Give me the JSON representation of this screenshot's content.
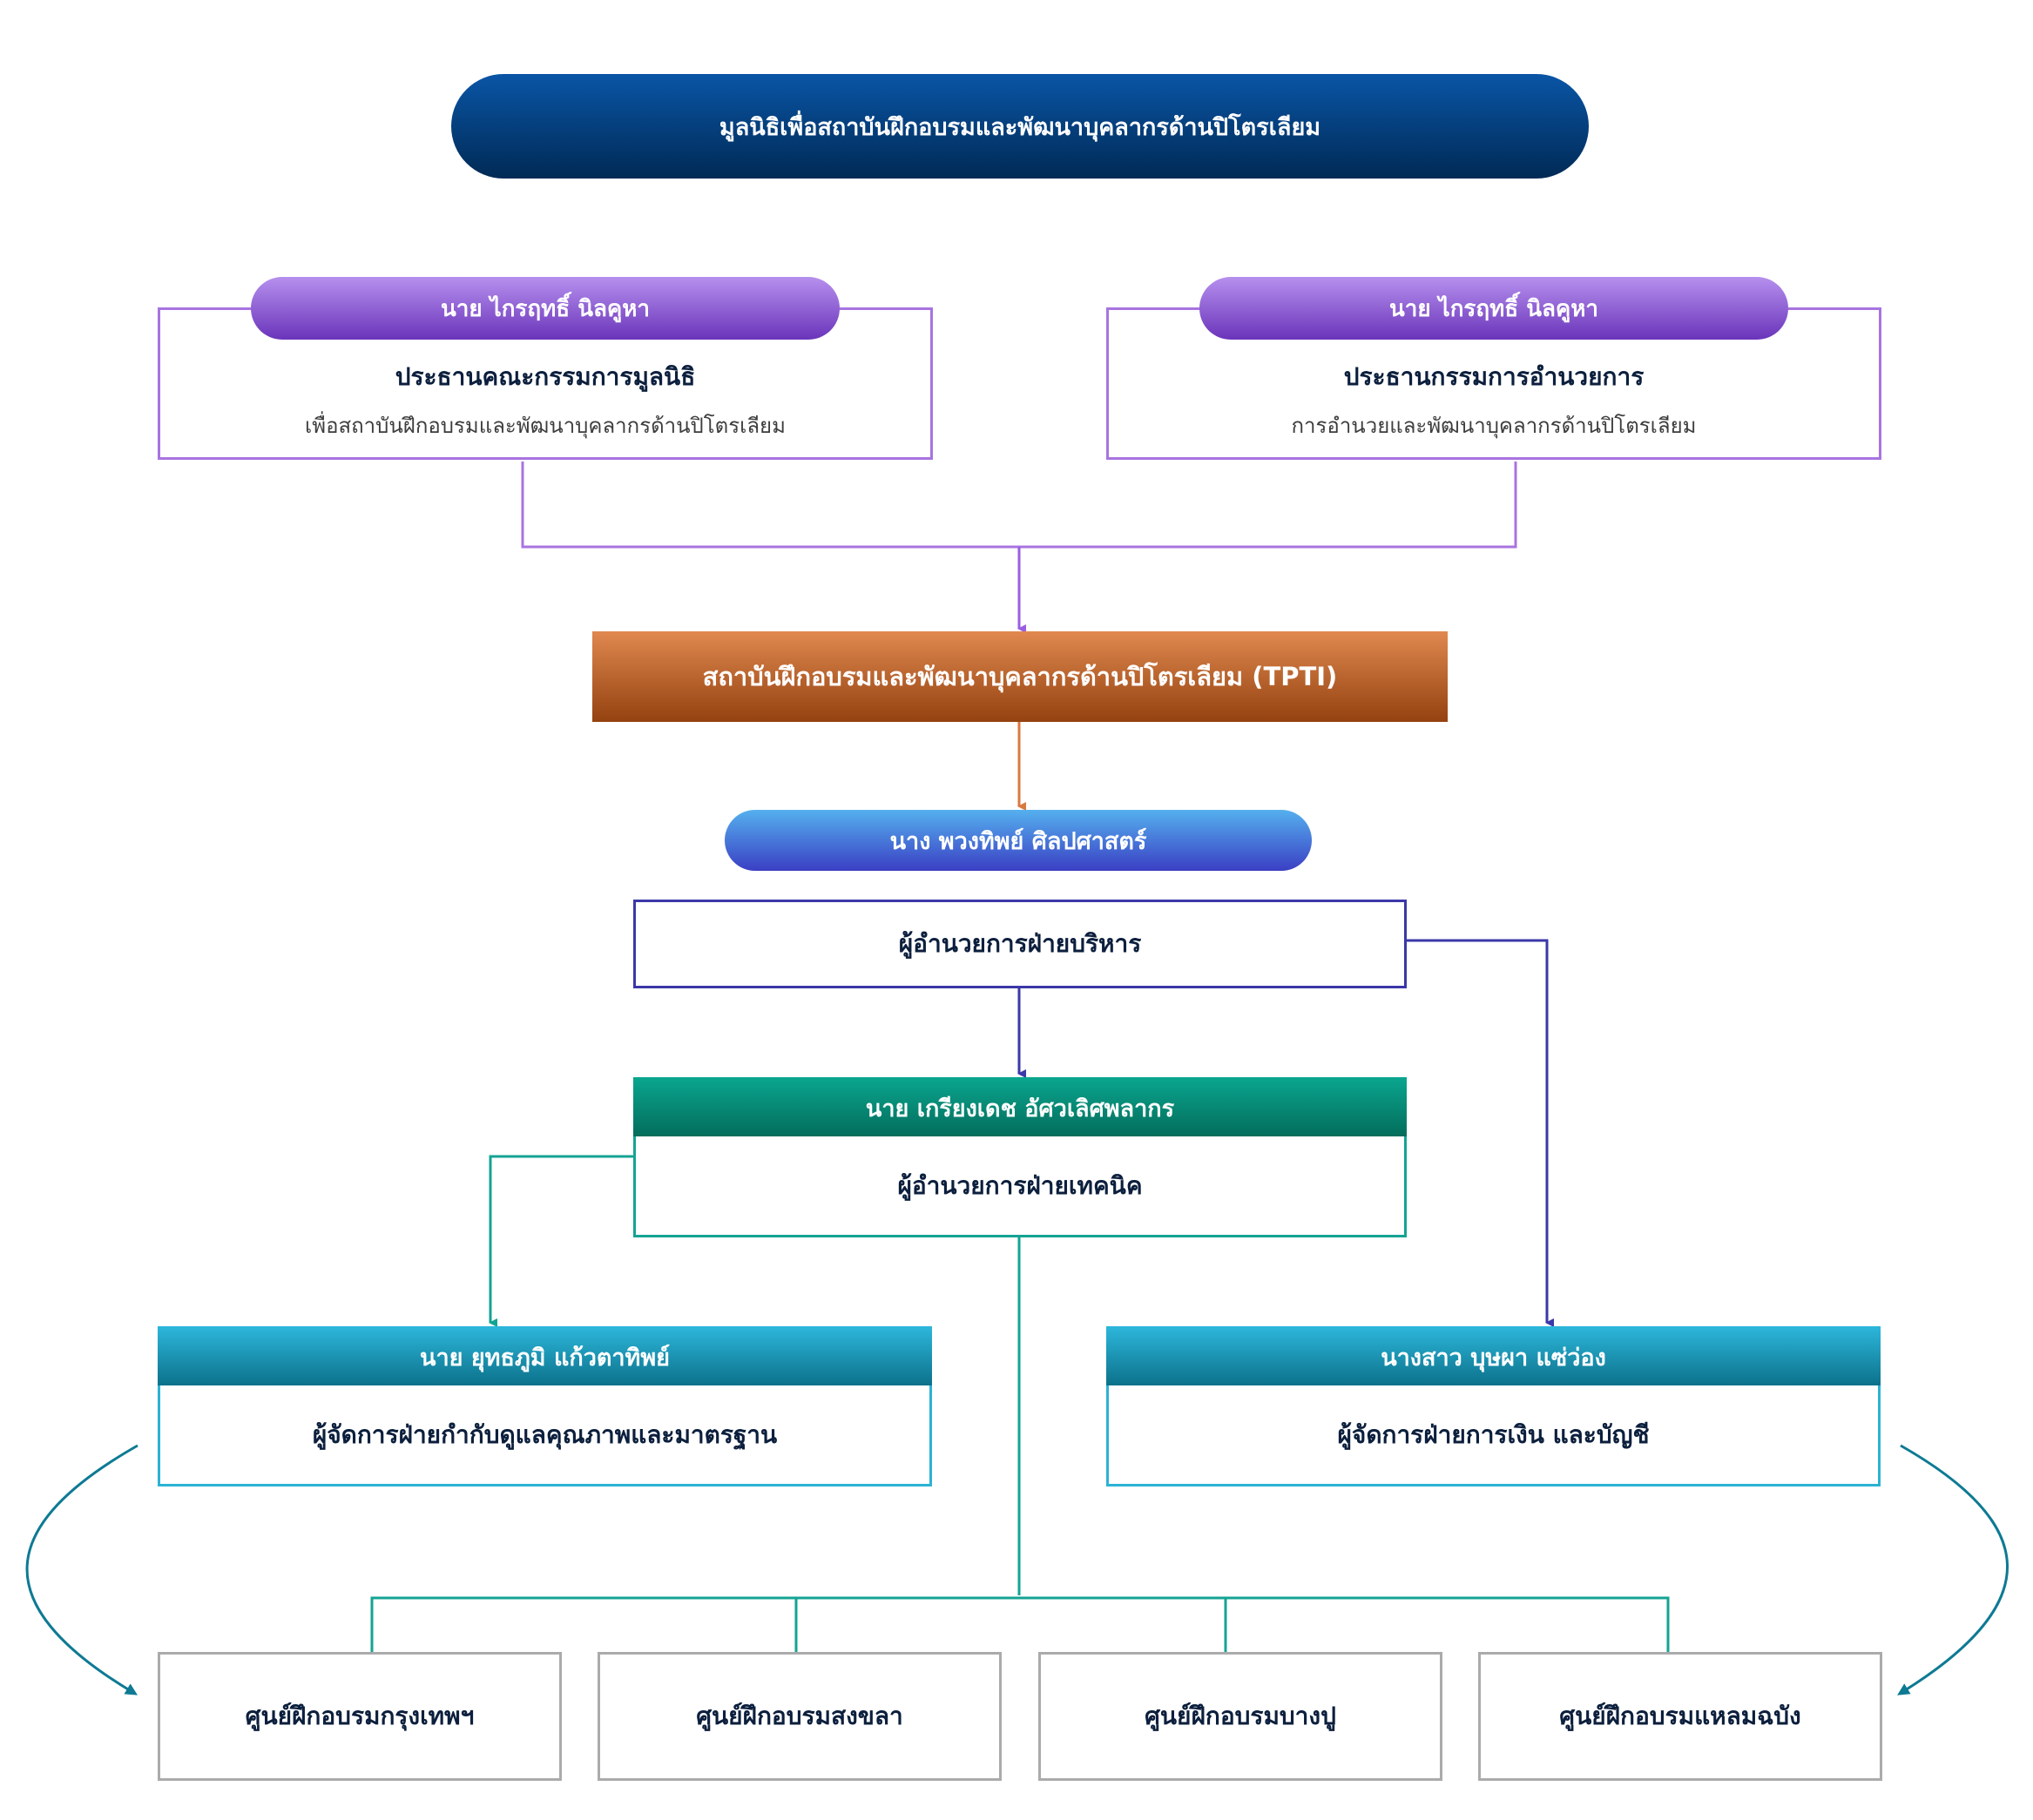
{
  "foundation_title": "มูลนิธิเพื่อสถาบันฝึกอบรมและพัฒนาบุคลากรด้านปิโตรเลียม",
  "chair_foundation": {
    "name": "นาย ไกรฤทธิ์ นิลคูหา",
    "role": "ประธานคณะกรรมการมูลนิธิ",
    "subtitle": "เพื่อสถาบันฝึกอบรมและพัฒนาบุคลากรด้านปิโตรเลียม"
  },
  "chair_board": {
    "name": "นาย ไกรฤทธิ์ นิลคูหา",
    "role": "ประธานกรรมการอำนวยการ",
    "subtitle": "การอำนวยและพัฒนาบุคลากรด้านปิโตรเลียม"
  },
  "institute": "สถาบันฝึกอบรมและพัฒนาบุคลากรด้านปิโตรเลียม (TPTI)",
  "admin_director": {
    "name": "นาง พวงทิพย์ ศิลปศาสตร์",
    "role": "ผู้อำนวยการฝ่ายบริหาร"
  },
  "technical_director": {
    "name": "นาย เกรียงเดช อัศวเลิศพลากร",
    "role": "ผู้อำนวยการฝ่ายเทคนิค"
  },
  "quality_manager": {
    "name": "นาย ยุทธภูมิ แก้วตาทิพย์",
    "role": "ผู้จัดการฝ่ายกำกับดูแลคุณภาพและมาตรฐาน"
  },
  "finance_manager": {
    "name": "นางสาว บุษผา แซ่ว่อง",
    "role": "ผู้จัดการฝ่ายการเงิน และบัญชี"
  },
  "training_centers": [
    "ศูนย์ฝึกอบรมกรุงเทพฯ",
    "ศูนย์ฝึกอบรมสงขลา",
    "ศูนย์ฝึกอบรมบางปู",
    "ศูนย์ฝึกอบรมแหลมฉบัง"
  ],
  "colors": {
    "navy": "#003366",
    "purple": "#a874e0",
    "orange": "#d97a3f",
    "indigo": "#3b38a8",
    "green": "#14a393",
    "teal": "#0e7a93",
    "gray": "#ababab"
  }
}
